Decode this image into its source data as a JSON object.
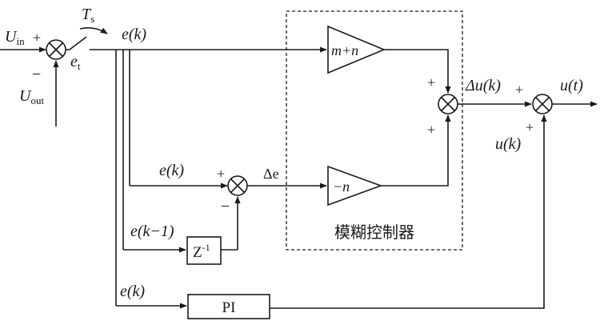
{
  "signals": {
    "u_in": "U",
    "u_in_sub": "in",
    "u_out": "U",
    "u_out_sub": "out",
    "ts": "T",
    "ts_sub": "s",
    "et": "e",
    "et_sub": "t",
    "e_k_top": "e(k)",
    "e_k_mid": "e(k)",
    "e_k_minus1": "e(k−1)",
    "e_k_bottom": "e(k)",
    "delta_e": "Δe",
    "delta_u": "Δu(k)",
    "u_k": "u(k)",
    "u_t": "u(t)"
  },
  "blocks": {
    "gain_top": "m+n",
    "gain_bottom": "−n",
    "delay": "Z",
    "delay_sup": "-1",
    "pi": "PI",
    "fuzzy_controller": "模糊控制器"
  },
  "signs": {
    "sum1_in": "+",
    "sum1_fb": "−",
    "sum2_top": "+",
    "sum2_bottom": "−",
    "sum3_top": "+",
    "sum3_bottom": "+",
    "sum4_left": "+",
    "sum4_bottom": "+"
  },
  "sum_symbol": "×"
}
